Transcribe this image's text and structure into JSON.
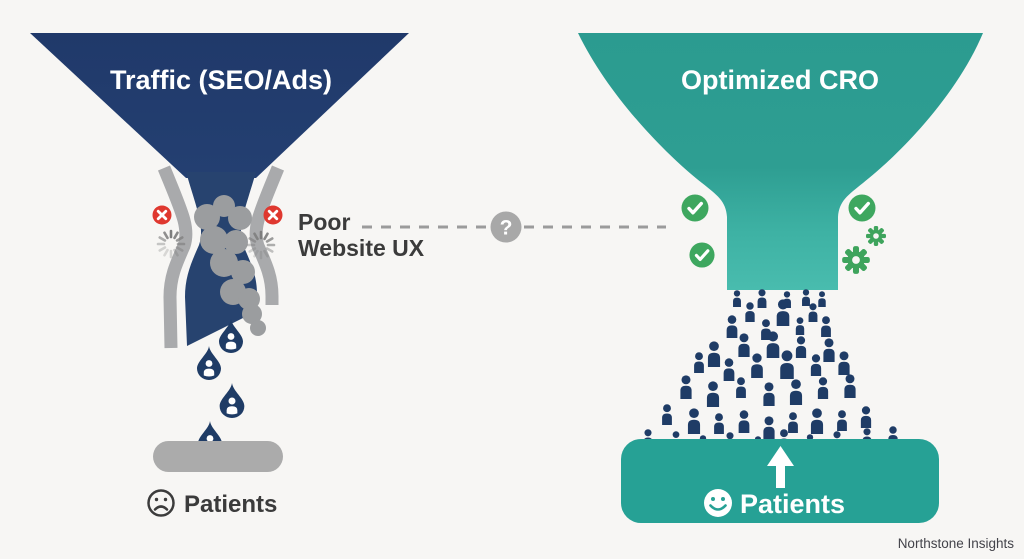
{
  "left_funnel": {
    "title": "Traffic (SEO/Ads)",
    "blockage_label": {
      "line1": "Poor",
      "line2": "Website UX"
    },
    "patients_label": "Patients",
    "mood": "sad",
    "icons": [
      "error-x-icon",
      "error-x-icon",
      "loading-spinner-icon",
      "loading-spinner-icon",
      "sad-face-icon"
    ]
  },
  "connector": {
    "question_mark": "?",
    "style": "dashed-line"
  },
  "right_funnel": {
    "title": "Optimized CRO",
    "patients_label": "Patients",
    "mood": "happy",
    "icons": [
      "check-icon",
      "check-icon",
      "check-icon",
      "gear-icon",
      "gear-icon",
      "happy-face-icon",
      "arrow-up-icon"
    ]
  },
  "watermark": "Northstone Insights",
  "colors": {
    "bg": "#f7f6f4",
    "navy": "#223c6a",
    "teal_top": "#2b9b90",
    "teal_light": "#49bcae",
    "teal_pill": "#26a195",
    "green": "#3ea75f",
    "red": "#df382f",
    "gray_wall": "#a9aaac",
    "gray_blob": "#9b9d9f",
    "gray_pill": "#ababab",
    "gray_dash": "#9b9b9b",
    "gray_question": "#a8a8a8",
    "text_dark": "#3b3b3b",
    "watermark": "#43434a",
    "white": "#ffffff"
  },
  "illustration": {
    "drops": [
      [
        231,
        319,
        34
      ],
      [
        209,
        346,
        34
      ],
      [
        232,
        383,
        35
      ],
      [
        210,
        421,
        34
      ]
    ],
    "crowd": [
      [
        737,
        290,
        17
      ],
      [
        762,
        289,
        19
      ],
      [
        787,
        291,
        17
      ],
      [
        806,
        289,
        17
      ],
      [
        822,
        291,
        16
      ],
      [
        750,
        302,
        20
      ],
      [
        783,
        299,
        27
      ],
      [
        813,
        303,
        19
      ],
      [
        732,
        315,
        23
      ],
      [
        766,
        319,
        21
      ],
      [
        800,
        317,
        18
      ],
      [
        826,
        316,
        21
      ],
      [
        714,
        341,
        26
      ],
      [
        744,
        333,
        24
      ],
      [
        773,
        331,
        27
      ],
      [
        801,
        336,
        22
      ],
      [
        829,
        338,
        24
      ],
      [
        699,
        352,
        21
      ],
      [
        729,
        358,
        23
      ],
      [
        757,
        353,
        25
      ],
      [
        787,
        350,
        29
      ],
      [
        816,
        354,
        22
      ],
      [
        844,
        351,
        24
      ],
      [
        686,
        375,
        24
      ],
      [
        713,
        381,
        26
      ],
      [
        741,
        377,
        21
      ],
      [
        769,
        382,
        24
      ],
      [
        796,
        379,
        26
      ],
      [
        823,
        377,
        22
      ],
      [
        850,
        374,
        24
      ],
      [
        667,
        404,
        21
      ],
      [
        694,
        408,
        26
      ],
      [
        719,
        413,
        21
      ],
      [
        744,
        410,
        23
      ],
      [
        769,
        416,
        24
      ],
      [
        793,
        412,
        21
      ],
      [
        817,
        408,
        26
      ],
      [
        842,
        410,
        21
      ],
      [
        866,
        406,
        22
      ],
      [
        648,
        429,
        19
      ],
      [
        676,
        431,
        18
      ],
      [
        703,
        435,
        17
      ],
      [
        730,
        432,
        19
      ],
      [
        758,
        436,
        17
      ],
      [
        784,
        429,
        21
      ],
      [
        810,
        434,
        17
      ],
      [
        837,
        431,
        19
      ],
      [
        867,
        428,
        19
      ],
      [
        893,
        426,
        20
      ]
    ]
  }
}
